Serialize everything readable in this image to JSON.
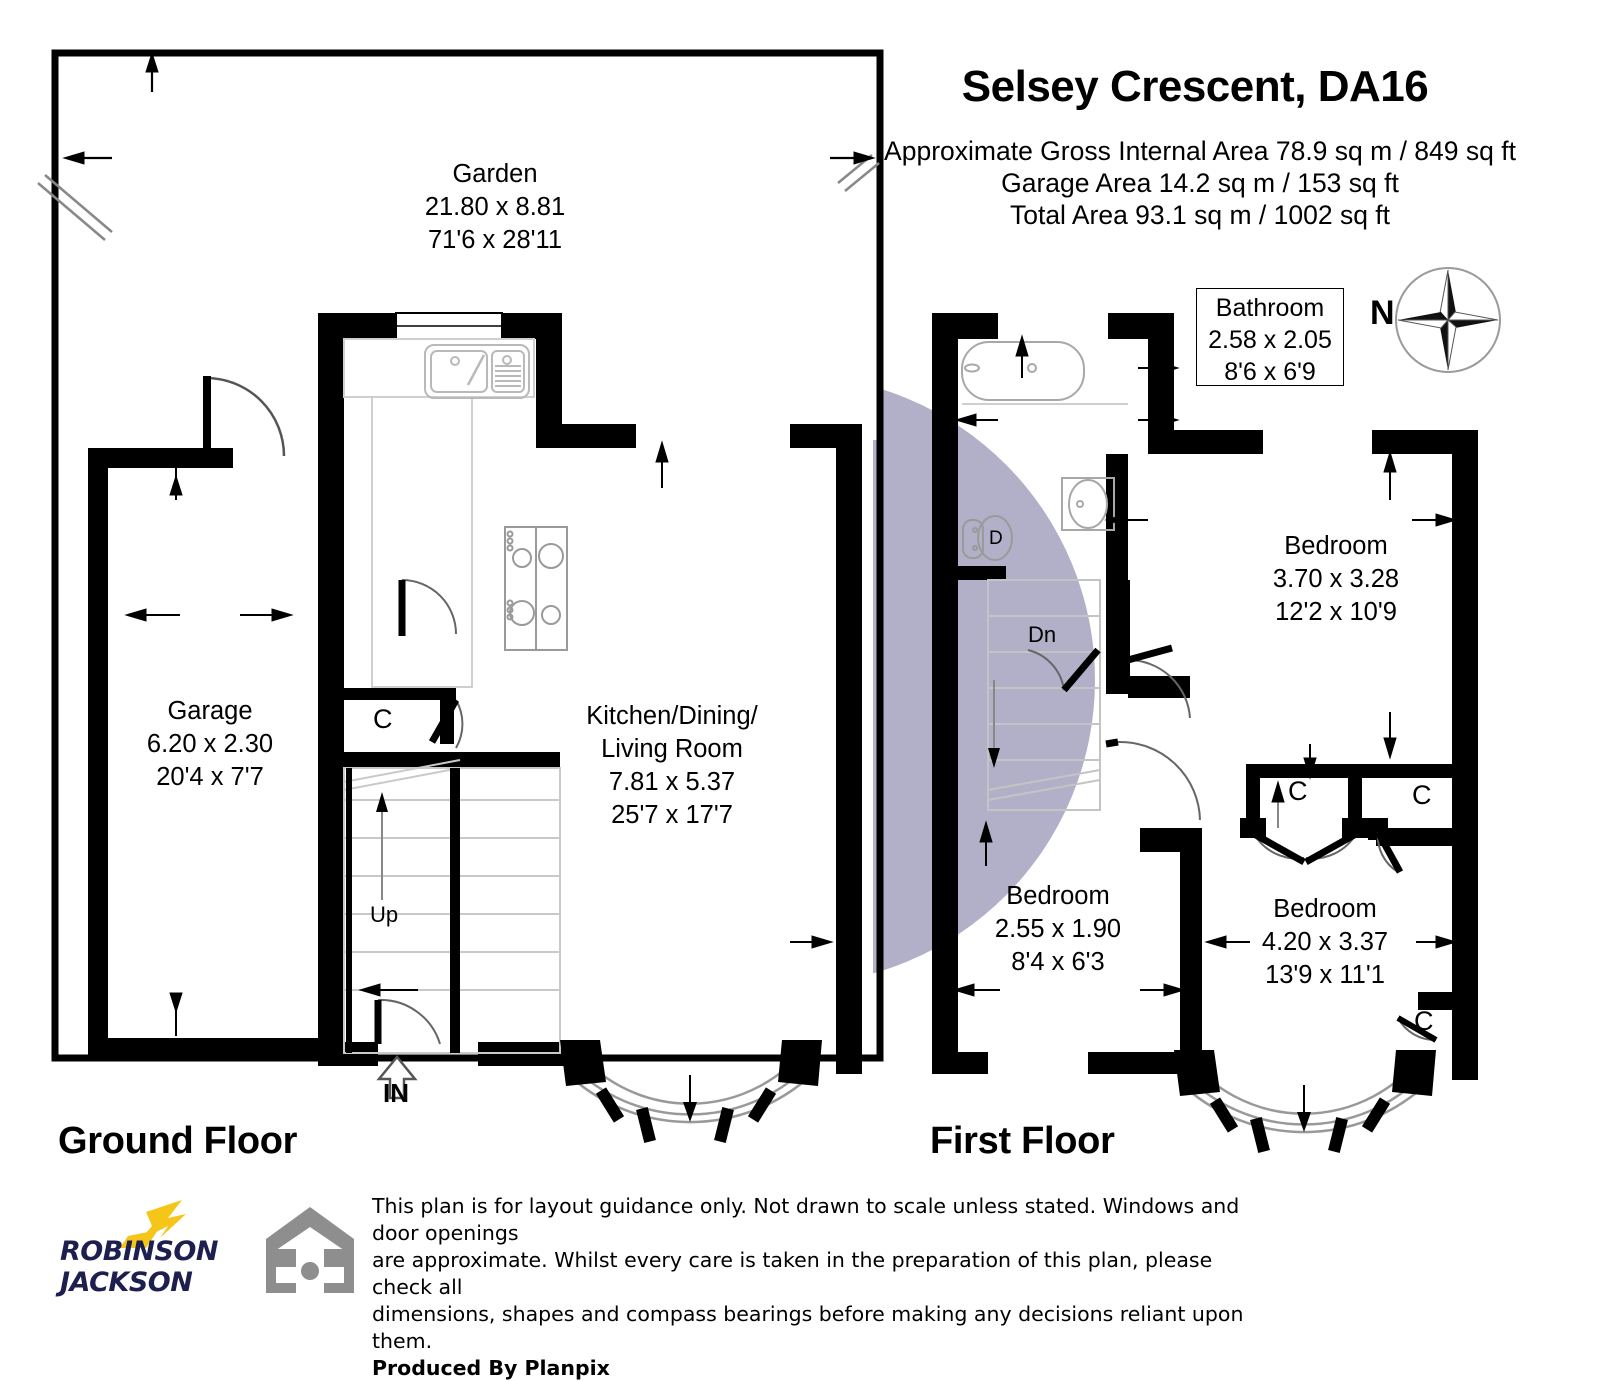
{
  "header": {
    "title": "Selsey Crescent, DA16",
    "gross_internal_area": "Approximate Gross Internal Area 78.9 sq m / 849 sq ft",
    "garage_area": "Garage Area 14.2 sq m / 153 sq ft",
    "total_area": "Total Area 93.1 sq m / 1002 sq ft"
  },
  "compass": {
    "label": "N",
    "icon": "compass-star-icon"
  },
  "floors": {
    "ground": {
      "title": "Ground Floor"
    },
    "first": {
      "title": "First Floor"
    }
  },
  "rooms": {
    "garden": {
      "name": "Garden",
      "metric": "21.80 x 8.81",
      "imperial": "71'6 x 28'11"
    },
    "garage": {
      "name": "Garage",
      "metric": "6.20 x 2.30",
      "imperial": "20'4 x 7'7"
    },
    "kitchen": {
      "name_line1": "Kitchen/Dining/",
      "name_line2": "Living Room",
      "metric": "7.81 x 5.37",
      "imperial": "25'7 x 17'7"
    },
    "bathroom": {
      "name": "Bathroom",
      "metric": "2.58 x 2.05",
      "imperial": "8'6 x 6'9"
    },
    "bedroom1": {
      "name": "Bedroom",
      "metric": "3.70 x 3.28",
      "imperial": "12'2 x 10'9"
    },
    "bedroom2": {
      "name": "Bedroom",
      "metric": "2.55 x 1.90",
      "imperial": "8'4 x 6'3"
    },
    "bedroom3": {
      "name": "Bedroom",
      "metric": "4.20 x 3.37",
      "imperial": "13'9 x 11'1"
    }
  },
  "markers": {
    "cupboard": "C",
    "stairs_up": "Up",
    "stairs_down": "Dn",
    "entrance": "IN",
    "toilet": "D"
  },
  "footer": {
    "disclaimer_line1": "This plan is for layout guidance only. Not drawn to scale unless stated. Windows and door openings",
    "disclaimer_line2": "are approximate. Whilst every care is taken in the preparation of this plan, please check all",
    "disclaimer_line3": "dimensions, shapes and compass bearings before making any decisions reliant upon them.",
    "produced_by": "Produced By Planpix",
    "logo_line1": "ROBINSON",
    "logo_line2": "JACKSON"
  },
  "colors": {
    "wall": "#000000",
    "watermark": "#b2b0c8",
    "logo_navy": "#1d1f4e",
    "logo_yellow": "#f5c518",
    "house_icon_gray": "#8e8e8e"
  }
}
